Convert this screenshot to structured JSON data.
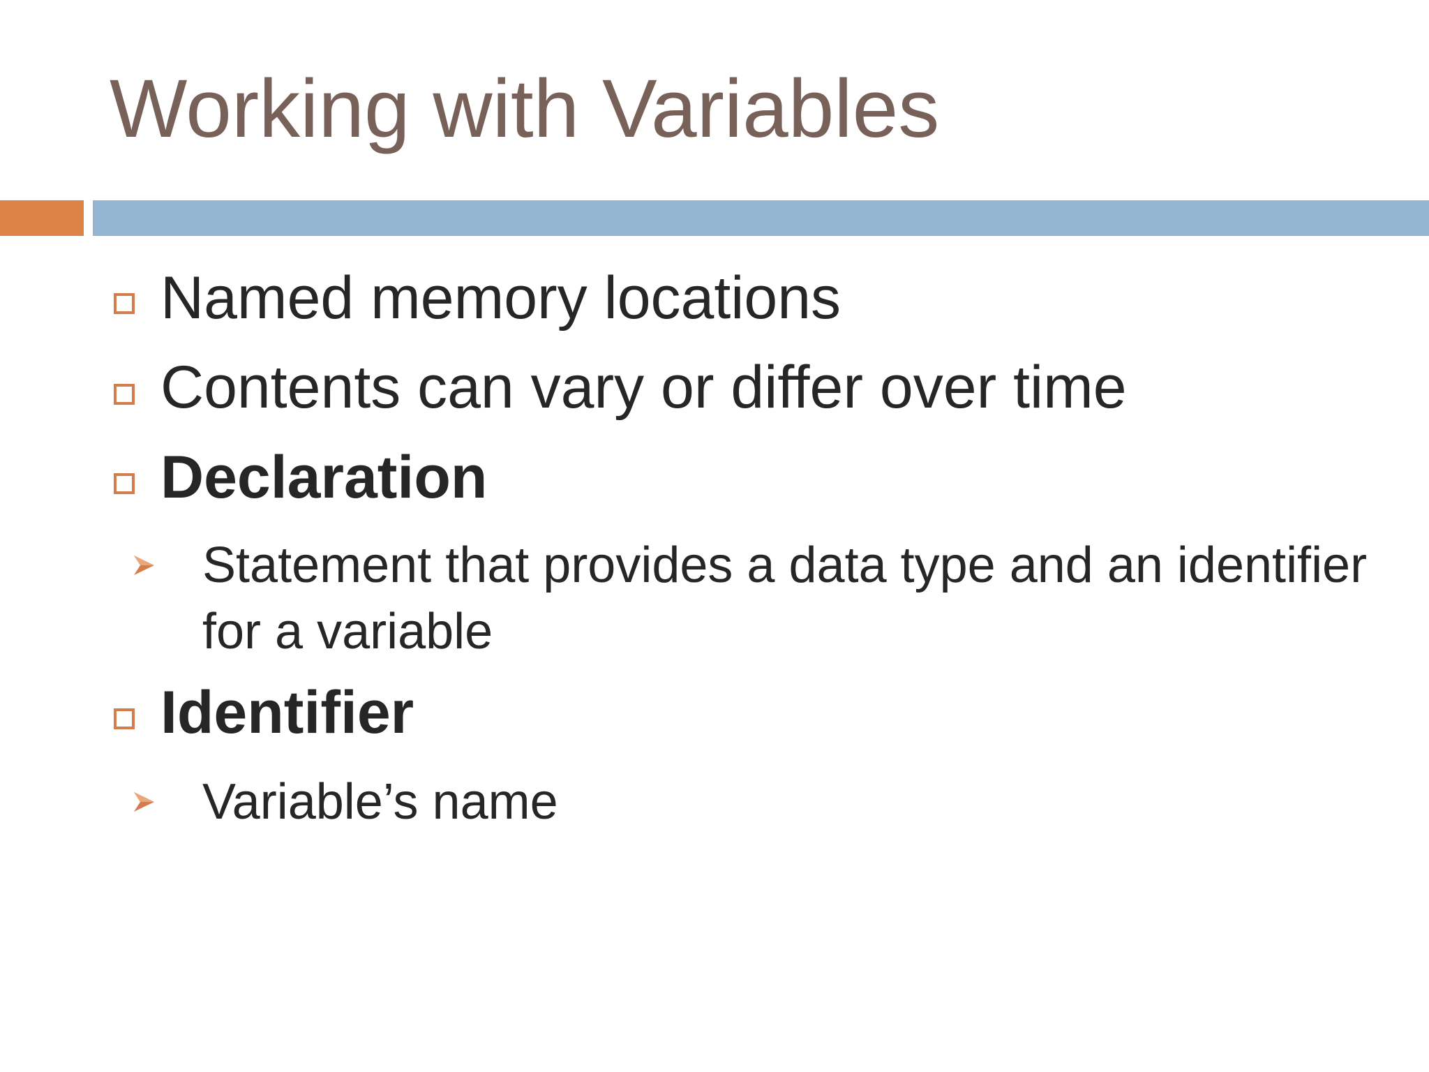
{
  "slide": {
    "title": "Working with Variables",
    "colors": {
      "title": "#786159",
      "accent_bar": "#dd8247",
      "rule_bar": "#94b5d1",
      "bullet": "#d47d4c",
      "body_text": "#262626"
    },
    "bullets": [
      {
        "text": "Named memory locations",
        "style": "normal",
        "icon": "hollow-square-icon"
      },
      {
        "text": "Contents can vary or differ over time",
        "style": "normal",
        "icon": "hollow-square-icon"
      },
      {
        "text": "Declaration",
        "style": "bold",
        "icon": "hollow-square-icon",
        "sub": [
          {
            "text": "Statement that provides a data type and an identifier  for a variable",
            "icon": "arrowhead-icon"
          }
        ]
      },
      {
        "text": "Identifier",
        "style": "bold",
        "icon": "hollow-square-icon",
        "sub": [
          {
            "text": "Variable’s name",
            "icon": "arrowhead-icon"
          }
        ]
      }
    ]
  }
}
